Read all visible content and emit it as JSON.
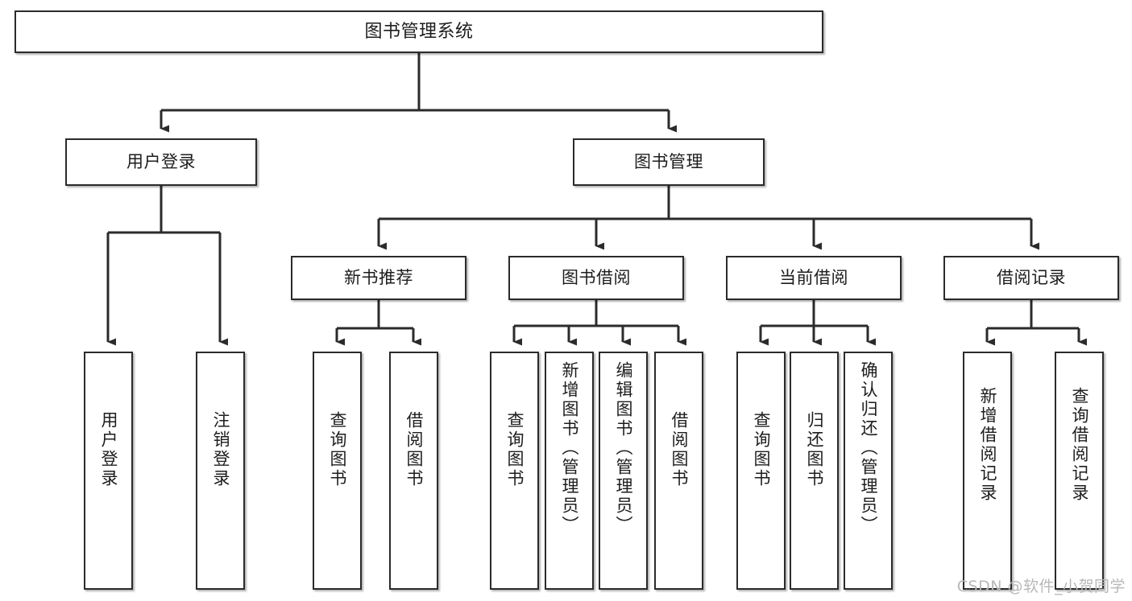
{
  "diagram": {
    "title": "图书管理系统",
    "type": "functional-structure-tree",
    "orientation": "top-down",
    "watermark": "CSDN @软件_小贺同学",
    "colors": {
      "box_border": "#2b2b2b",
      "box_fill": "#ffffff",
      "connector": "#2b2b2b",
      "text": "#1d1d1f",
      "watermark": "#b8b8b8",
      "background": "#ffffff"
    }
  },
  "nodes": {
    "root": {
      "label": "图书管理系统",
      "level": 1
    },
    "level2": [
      {
        "id": "user-login",
        "label": "用户登录",
        "level": 2
      },
      {
        "id": "book-manage",
        "label": "图书管理",
        "level": 2
      }
    ],
    "level3": [
      {
        "id": "new-book-recommend",
        "label": "新书推荐",
        "level": 3
      },
      {
        "id": "book-borrow",
        "label": "图书借阅",
        "level": 3
      },
      {
        "id": "current-borrow",
        "label": "当前借阅",
        "level": 3
      },
      {
        "id": "borrow-record",
        "label": "借阅记录",
        "level": 3
      }
    ],
    "leaves": {
      "user-login": [
        {
          "id": "leaf-user-login",
          "label": "用户登录"
        },
        {
          "id": "leaf-user-logout",
          "label": "注销登录"
        }
      ],
      "new-book-recommend": [
        {
          "id": "leaf-query-book-1",
          "label": "查询图书"
        },
        {
          "id": "leaf-borrow-book-1",
          "label": "借阅图书"
        }
      ],
      "book-borrow": [
        {
          "id": "leaf-query-book-2",
          "label": "查询图书"
        },
        {
          "id": "leaf-add-book",
          "label": "新增图书（管理员）"
        },
        {
          "id": "leaf-edit-book",
          "label": "编辑图书（管理员）"
        },
        {
          "id": "leaf-borrow-book-2",
          "label": "借阅图书"
        }
      ],
      "current-borrow": [
        {
          "id": "leaf-query-book-3",
          "label": "查询图书"
        },
        {
          "id": "leaf-return-book",
          "label": "归还图书"
        },
        {
          "id": "leaf-confirm-return",
          "label": "确认归还（管理员）"
        }
      ],
      "borrow-record": [
        {
          "id": "leaf-add-record",
          "label": "新增借阅记录"
        },
        {
          "id": "leaf-query-record",
          "label": "查询借阅记录"
        }
      ]
    }
  }
}
